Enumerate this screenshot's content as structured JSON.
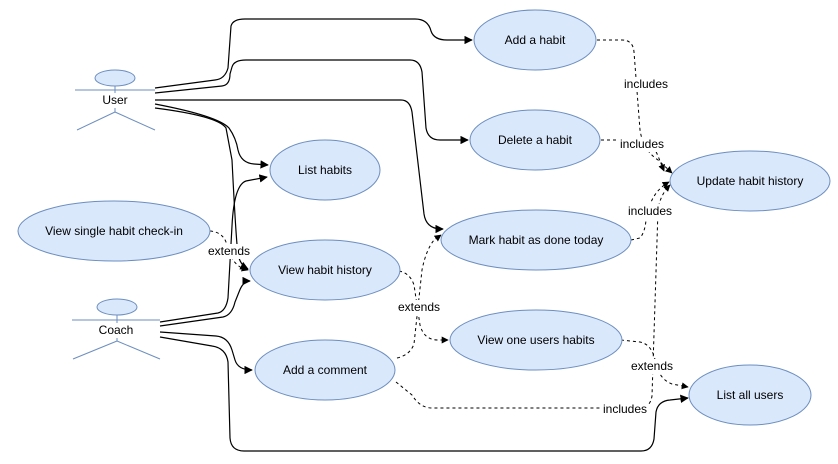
{
  "actors": {
    "user": {
      "name": "User"
    },
    "coach": {
      "name": "Coach"
    }
  },
  "use_cases": {
    "add_habit": "Add a habit",
    "delete_habit": "Delete a habit",
    "list_habits": "List habits",
    "mark_done": "Mark habit as done today",
    "view_single_checkin": "View single habit check-in",
    "view_history": "View habit history",
    "add_comment": "Add a comment",
    "view_one_users_habits": "View one users habits",
    "update_history": "Update habit history",
    "list_all_users": "List all users"
  },
  "relations": {
    "includes_1": "includes",
    "includes_2": "includes",
    "includes_3": "includes",
    "includes_4": "includes",
    "extends_1": "extends",
    "extends_2": "extends",
    "extends_3": "extends"
  },
  "colors": {
    "fill": "#dae8fc",
    "stroke": "#6c8ebf",
    "line": "#000000"
  }
}
